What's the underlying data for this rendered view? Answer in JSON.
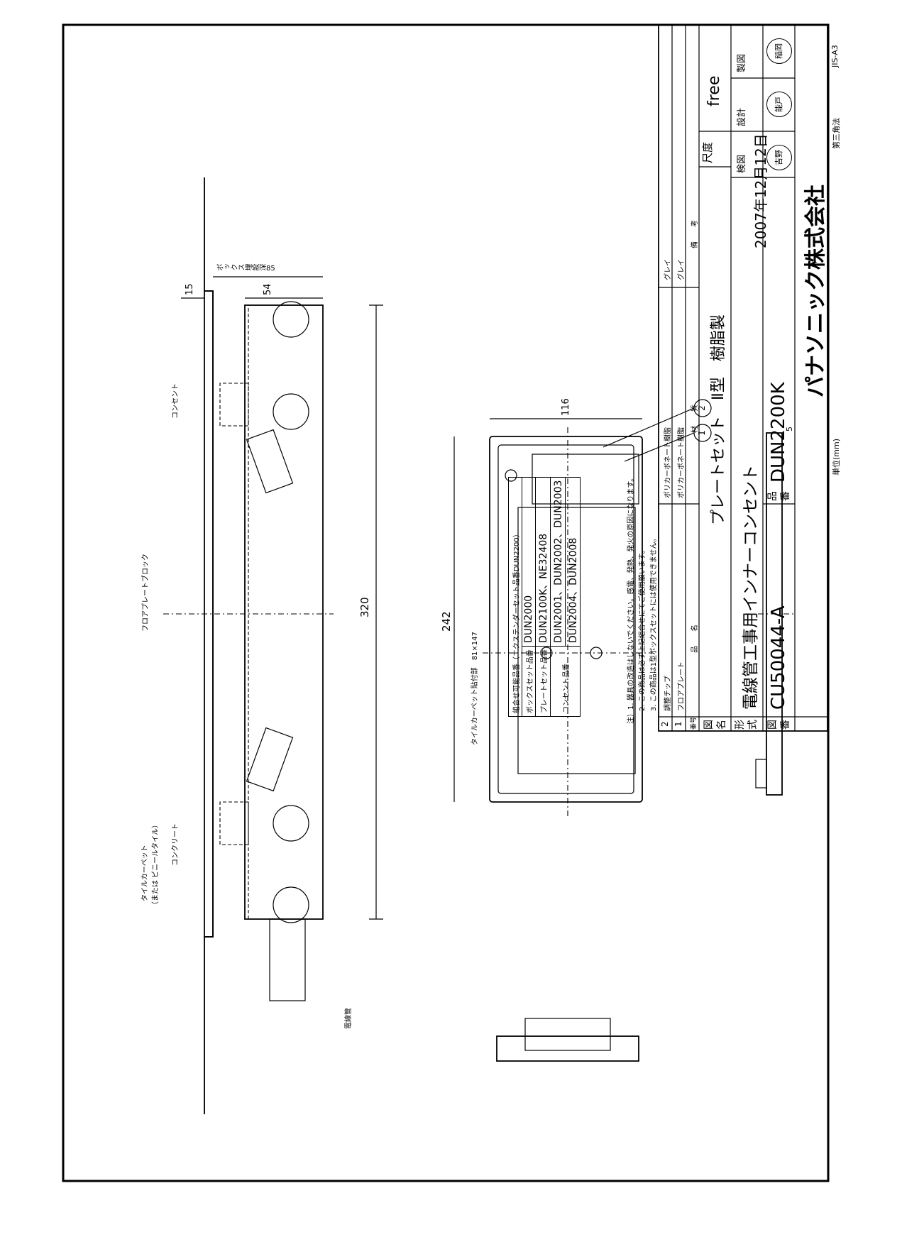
{
  "compatibility_table": {
    "header": "組合せ可能品番（エクステンダーセット品番DUN2200）",
    "rows": [
      {
        "label": "ボックスセット品番",
        "value": "DUN2000"
      },
      {
        "label": "プレートセット品番",
        "value": "DUN2100K、NE32408"
      },
      {
        "label": "コンセント品番",
        "value": "DUN2001、DUN2002、DUN2003",
        "value2": "DUN2004、DUN2008"
      }
    ]
  },
  "notes": [
    "注）1. 器具の改造はしないでください。感電、発熱、発火の原因になります。",
    "2. この商品は必ず上記組合せにてご使用願います。",
    "3. この商品は1型ボックスセットには使用できません。"
  ],
  "parts": {
    "headers": {
      "no": "番号",
      "name": "品　　名",
      "material": "材　　質",
      "remarks": "備　　考"
    },
    "rows": [
      {
        "no": "1",
        "name": "フロアプレート",
        "material": "ポリカーボネート樹脂",
        "remarks": "グレイ"
      },
      {
        "no": "2",
        "name": "調整チップ",
        "material": "ポリカーボネート樹脂",
        "remarks": "グレイ"
      }
    ]
  },
  "title_block": {
    "drawing_name_label": "図名",
    "drawing_name": "プレートセット　Ⅱ型　樹脂製",
    "scale_label": "尺度",
    "scale": "free",
    "model_label": "形式",
    "model": "電線管工事用インナーコンセント",
    "date": "2007年12月12日",
    "check_label": "検図",
    "design_label": "設計",
    "draft_label": "製図",
    "stamps": [
      "吉野",
      "能戸",
      "稲岡"
    ],
    "drawing_no_label": "図番",
    "drawing_no": "CU50044-A",
    "product_no_label": "品番",
    "product_no": "DUN2200K",
    "company": "パナソニック株式会社",
    "unit": "単位(mm)",
    "projection": "第三角法",
    "paper": "JIS-A3"
  },
  "section_view": {
    "labels": {
      "concent": "コンセント",
      "floor_plate_block": "フロアプレートブロック",
      "tile_carpet": "タイルカーペット",
      "tile_carpet_alt": "（または ビニールタイル）",
      "concrete": "コンクリート",
      "conduit": "電線管"
    },
    "dimensions": {
      "d15": "15",
      "d54": "54",
      "box_depth": "ボックス埋設深85",
      "length": "320"
    }
  },
  "plan_view": {
    "labels": {
      "tile_area": "タイルカーペット貼付部　81×147"
    },
    "dimensions": {
      "width": "116",
      "length": "242",
      "thickness": "5"
    },
    "balloons": [
      "1",
      "2"
    ]
  }
}
